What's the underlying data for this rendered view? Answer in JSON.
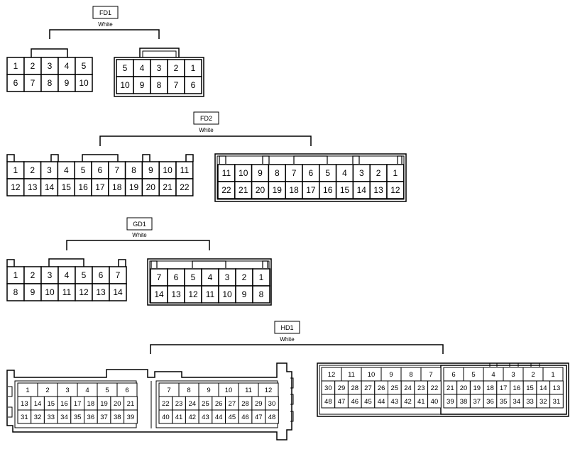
{
  "groups": [
    {
      "label": "FD1",
      "color": "White",
      "left_rows": [
        [
          "1",
          "2",
          "3",
          "4",
          "5"
        ],
        [
          "6",
          "7",
          "8",
          "9",
          "10"
        ]
      ],
      "right_rows": [
        [
          "5",
          "4",
          "3",
          "2",
          "1"
        ],
        [
          "10",
          "9",
          "8",
          "7",
          "6"
        ]
      ]
    },
    {
      "label": "FD2",
      "color": "White",
      "left_rows": [
        [
          "1",
          "2",
          "3",
          "4",
          "5",
          "6",
          "7",
          "8",
          "9",
          "10",
          "11"
        ],
        [
          "12",
          "13",
          "14",
          "15",
          "16",
          "17",
          "18",
          "19",
          "20",
          "21",
          "22"
        ]
      ],
      "right_rows": [
        [
          "11",
          "10",
          "9",
          "8",
          "7",
          "6",
          "5",
          "4",
          "3",
          "2",
          "1"
        ],
        [
          "22",
          "21",
          "20",
          "19",
          "18",
          "17",
          "16",
          "15",
          "14",
          "13",
          "12"
        ]
      ]
    },
    {
      "label": "GD1",
      "color": "White",
      "left_rows": [
        [
          "1",
          "2",
          "3",
          "4",
          "5",
          "6",
          "7"
        ],
        [
          "8",
          "9",
          "10",
          "11",
          "12",
          "13",
          "14"
        ]
      ],
      "right_rows": [
        [
          "7",
          "6",
          "5",
          "4",
          "3",
          "2",
          "1"
        ],
        [
          "14",
          "13",
          "12",
          "11",
          "10",
          "9",
          "8"
        ]
      ]
    },
    {
      "label": "HD1",
      "color": "White",
      "left_a_rows": [
        [
          "1",
          "2",
          "3",
          "4",
          "5",
          "6"
        ],
        [
          "13",
          "14",
          "15",
          "16",
          "17",
          "18",
          "19",
          "20",
          "21"
        ],
        [
          "31",
          "32",
          "33",
          "34",
          "35",
          "36",
          "37",
          "38",
          "39"
        ]
      ],
      "left_b_rows": [
        [
          "7",
          "8",
          "9",
          "10",
          "11",
          "12"
        ],
        [
          "22",
          "23",
          "24",
          "25",
          "26",
          "27",
          "28",
          "29",
          "30"
        ],
        [
          "40",
          "41",
          "42",
          "43",
          "44",
          "45",
          "46",
          "47",
          "48"
        ]
      ],
      "right_a_rows": [
        [
          "12",
          "11",
          "10",
          "9",
          "8",
          "7"
        ],
        [
          "30",
          "29",
          "28",
          "27",
          "26",
          "25",
          "24",
          "23",
          "22"
        ],
        [
          "48",
          "47",
          "46",
          "45",
          "44",
          "43",
          "42",
          "41",
          "40"
        ]
      ],
      "right_b_rows": [
        [
          "6",
          "5",
          "4",
          "3",
          "2",
          "1"
        ],
        [
          "21",
          "20",
          "19",
          "18",
          "17",
          "16",
          "15",
          "14",
          "13"
        ],
        [
          "39",
          "38",
          "37",
          "36",
          "35",
          "34",
          "33",
          "32",
          "31"
        ]
      ]
    }
  ]
}
